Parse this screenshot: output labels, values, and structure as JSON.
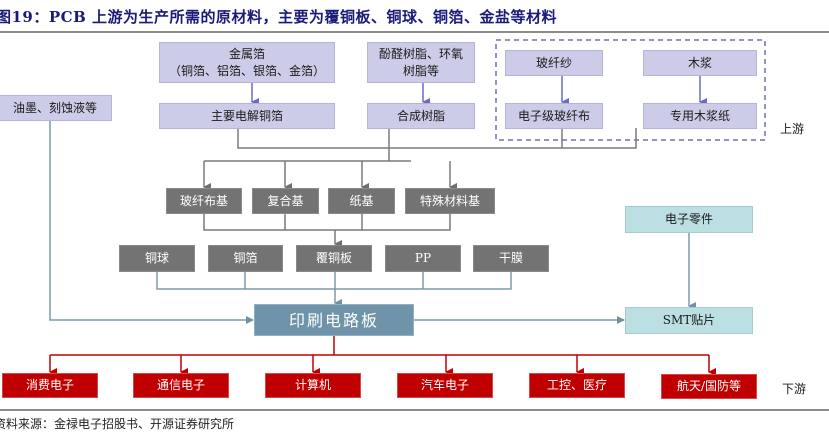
{
  "title": "图19：PCB 上游为生产所需的原材料，主要为覆铜板、铜球、铜箔、金盐等材料",
  "source": "资料来源：金禄电子招股书、开源证券研究所",
  "labels": {
    "upstream": "上游",
    "downstream": "下游"
  },
  "colors": {
    "title": "#1a1a7a",
    "raw_material_fill": "#cccce8",
    "substrate_fill": "#737373",
    "pcb_fill": "#6f93a8",
    "smt_fill": "#bcdfe3",
    "application_fill": "#c00000",
    "dashed_border": "#7070b8"
  },
  "raw_materials": {
    "metal_foil": "金属箔\n（铜箔、铝箔、银箔、金箔）",
    "resin_raw": "酚醛树脂、环氧\n树脂等",
    "glass_yarn": "玻纤纱",
    "wood_pulp": "木浆",
    "ink": "油墨、刻蚀液等",
    "electrolytic_copper_foil": "主要电解铜箔",
    "synthetic_resin": "合成树脂",
    "glass_cloth": "电子级玻纤布",
    "pulp_paper": "专用木浆纸"
  },
  "substrates": [
    "玻纤布基",
    "复合基",
    "纸基",
    "特殊材料基"
  ],
  "materials": [
    "铜球",
    "铜箔",
    "覆铜板",
    "PP",
    "干膜"
  ],
  "pcb": "印刷电路板",
  "components": "电子零件",
  "smt": "SMT贴片",
  "applications": [
    "消费电子",
    "通信电子",
    "计算机",
    "汽车电子",
    "工控、医疗",
    "航天/国防等"
  ]
}
